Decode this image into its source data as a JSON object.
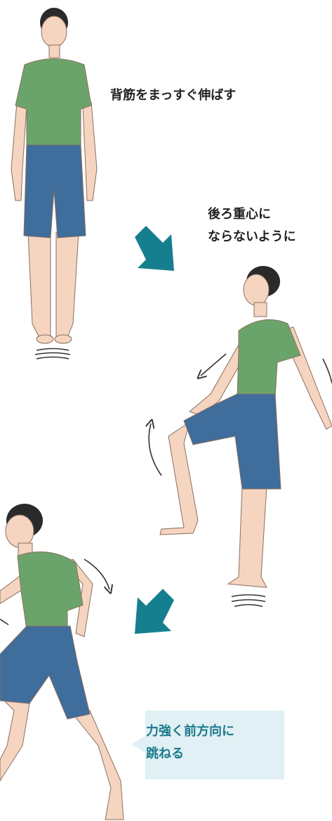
{
  "captions": {
    "step1": "背筋をまっすぐ伸ばす",
    "step2_line1": "後ろ重心に",
    "step2_line2": "ならないように",
    "step3_line1": "力強く前方向に",
    "step3_line2": "跳ねる"
  },
  "colors": {
    "accent_arrow": "#157f8f",
    "callout_bg": "#e1f0f4",
    "callout_text": "#1a7a8c",
    "shirt": "#6ba46a",
    "shorts": "#3f6d9c",
    "skin": "#f5d5c0",
    "hair": "#2a2a2a",
    "text": "#222222"
  },
  "icons": [
    "diagonal-arrow-icon",
    "motion-arc-icon",
    "ground-bounce-icon"
  ]
}
